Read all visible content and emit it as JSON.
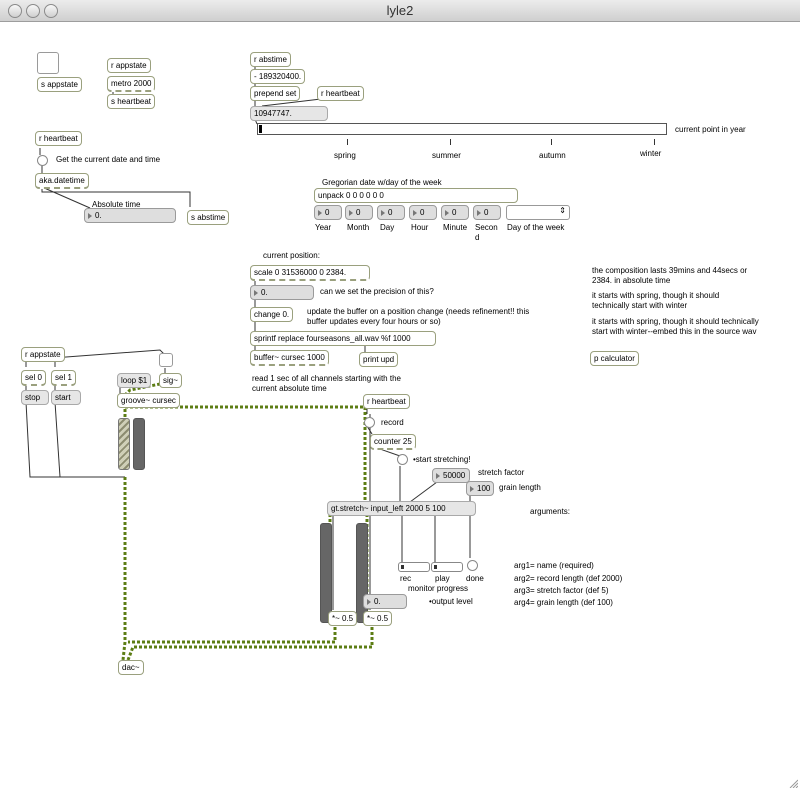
{
  "window": {
    "title": "lyle2"
  },
  "objects": {
    "s_appstate": "s appstate",
    "r_appstate_top": "r appstate",
    "metro": "metro 2000",
    "s_heartbeat": "s heartbeat",
    "r_heartbeat_left": "r heartbeat",
    "aka_datetime": "aka.datetime",
    "abstime_num": "0.",
    "s_abstime": "s abstime",
    "r_abstime": "r abstime",
    "sub_offset": "- 189320400.",
    "prepend_set": "prepend set",
    "r_heartbeat_top": "r heartbeat",
    "abstime_msg": "10947747.",
    "unpack": "unpack 0 0 0 0 0 0",
    "date_nums": [
      "0",
      "0",
      "0",
      "0",
      "0",
      "0"
    ],
    "scale": "scale 0 31536000 0 2384.",
    "position_num": "0.",
    "change": "change 0.",
    "sprintf": "sprintf replace fourseasons_all.wav %f 1000",
    "buffer": "buffer~ cursec 1000",
    "print_upd": "print upd",
    "p_calculator": "p calculator",
    "r_appstate_left": "r appstate",
    "sel0": "sel 0",
    "sel1": "sel 1",
    "stop_msg": "stop",
    "start_msg": "start",
    "loop_msg": "loop $1",
    "sig": "sig~",
    "groove": "groove~ cursec",
    "r_heartbeat_mid": "r heartbeat",
    "counter": "counter 25",
    "stretch_num": "50000",
    "grain_num": "100",
    "gt_stretch": "gt.stretch~ input_left 2000 5 100",
    "output_num": "0.",
    "mul_left": "*~ 0.5",
    "mul_right": "*~ 0.5",
    "dac": "dac~"
  },
  "labels": {
    "get_date": "Get the current date and time",
    "absolute_time": "Absolute time",
    "current_point": "current point in year",
    "seasons": [
      "spring",
      "summer",
      "autumn",
      "winter"
    ],
    "gregorian": "Gregorian date w/day of the week",
    "date_fields": [
      "Year",
      "Month",
      "Day",
      "Hour",
      "Minute",
      "Secon d",
      "Day of the week"
    ],
    "current_position": "current position:",
    "precision_q": "can we set the precision of this?",
    "update_note": "update the buffer on a position change (needs refinement!! this buffer updates every four hours or so)",
    "read_note": "read 1 sec of all channels starting with the current absolute time",
    "comp_note1": "the composition lasts 39mins and 44secs or 2384. in absolute time",
    "comp_note2": "it starts with spring, though it should technically start with winter",
    "comp_note3": "it starts with spring, though it should technically start with winter--embed this in the source wav",
    "record": "record",
    "start_stretching": "•start stretching!",
    "stretch_factor": "stretch factor",
    "grain_length": "grain length",
    "arguments": "arguments:",
    "rec": "rec",
    "play": "play",
    "done": "done",
    "monitor_progress": "monitor progress",
    "output_level": "•output level",
    "args": [
      "arg1= name (required)",
      "arg2= record length (def 2000)",
      "arg3= stretch factor (def 5)",
      "arg4= grain length (def 100)"
    ]
  }
}
